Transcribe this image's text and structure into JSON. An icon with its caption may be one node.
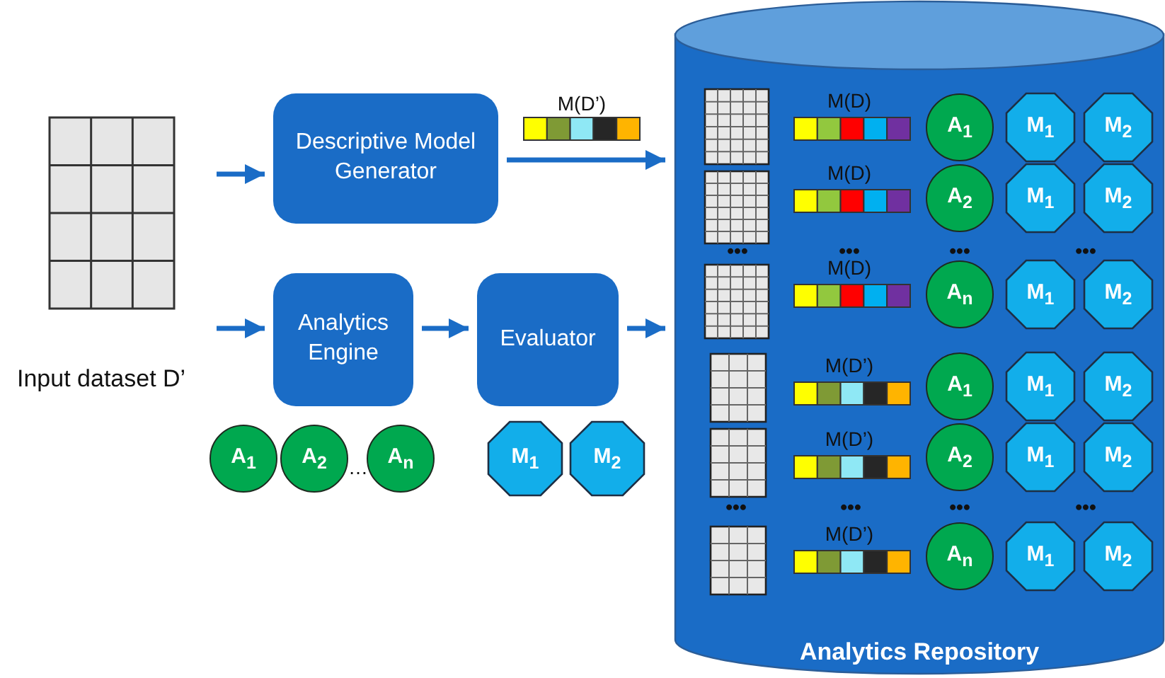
{
  "diagram": {
    "nodes": [
      {
        "text": [],
        "shape": "picture",
        "beside": [
          "Input dataset D’"
        ]
      },
      {
        "text": [
          "Descriptive Model Generator"
        ]
      },
      {
        "text": [
          "Analytics Engine"
        ]
      },
      {
        "text": [
          "Evaluator"
        ]
      },
      {
        "text": [
          "A$_{1}$"
        ]
      },
      {
        "text": [
          "A$_{2}$"
        ]
      },
      {
        "text": [
          "A$_{n}$"
        ]
      },
      {
        "text": [
          "M$_{1}$"
        ]
      },
      {
        "text": [
          "M$_{2}$"
        ]
      },
      {
        "text": [
          "Analytics Repository"
        ]
      },
      {
        "text": [
          "A$_{1}$"
        ],
        "in": 9
      },
      {
        "text": [
          "M$_{1}$"
        ],
        "in": 9
      },
      {
        "text": [
          "M$_{2}$"
        ],
        "in": 9
      },
      {
        "text": [
          "A$_{2}$"
        ],
        "in": 9
      },
      {
        "text": [
          "M$_{1}$"
        ],
        "in": 9
      },
      {
        "text": [
          "M$_{2}$"
        ],
        "in": 9
      },
      {
        "text": [
          "A$_{n}$"
        ],
        "in": 9
      },
      {
        "text": [
          "M$_{1}$"
        ],
        "in": 9
      },
      {
        "text": [
          "M$_{2}$"
        ],
        "in": 9
      },
      {
        "text": [
          "A$_{1}$"
        ],
        "in": 9
      },
      {
        "text": [
          "M$_{1}$"
        ],
        "in": 9
      },
      {
        "text": [
          "M$_{2}$"
        ],
        "in": 9
      },
      {
        "text": [
          "A$_{2}$"
        ],
        "in": 9
      },
      {
        "text": [
          "M$_{1}$"
        ],
        "in": 9
      },
      {
        "text": [
          "M$_{2}$"
        ],
        "in": 9
      },
      {
        "text": [
          "A$_{n}$"
        ],
        "in": 9
      },
      {
        "text": [
          "M$_{1}$"
        ],
        "in": 9
      },
      {
        "text": [
          "M$_{2}$"
        ],
        "in": 9
      }
    ],
    "edges": [
      {
        "from": null,
        "to": 1,
        "arrow": "to"
      },
      {
        "from": null,
        "to": 2,
        "arrow": "to"
      },
      {
        "from": 2,
        "to": 3,
        "arrow": "to"
      },
      {
        "from": 1,
        "to": 9,
        "label": "M(D’)",
        "arrow": "to"
      },
      {
        "from": 3,
        "to": 9,
        "arrow": "to"
      }
    ],
    "labels": [
      "M(D)",
      "M(D)",
      "•••",
      "•••",
      "•••",
      "•••",
      "M(D)",
      "M(D’)",
      "M(D’)",
      "•••",
      "•••",
      "•••",
      "•••",
      "M(D’)",
      "…"
    ]
  }
}
